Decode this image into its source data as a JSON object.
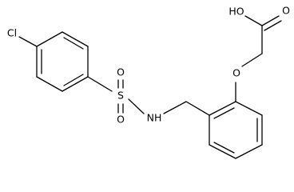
{
  "molecule": {
    "atoms": {
      "chlorine": "Cl",
      "sulfur": "S",
      "sulfonyl_oxygen_top": "O",
      "sulfonyl_oxygen_bottom": "O",
      "amine": "NH",
      "ether_oxygen": "O",
      "hydroxyl": "HO",
      "carbonyl_oxygen": "O"
    }
  }
}
